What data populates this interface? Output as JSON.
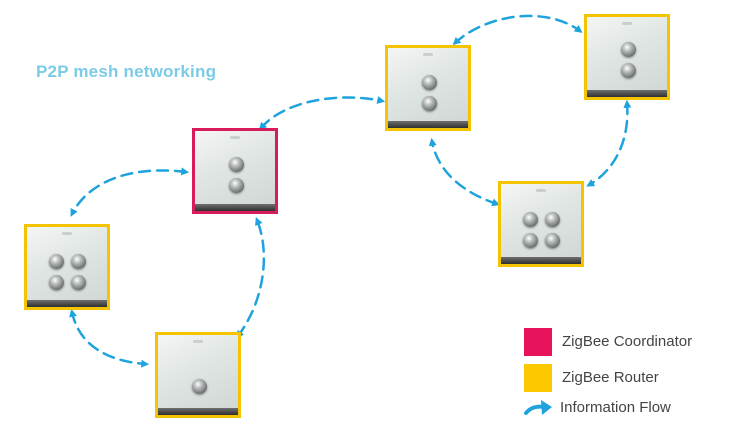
{
  "title": "P2P mesh networking",
  "colors": {
    "coordinator": "#e8125c",
    "router": "#fcc800",
    "flow": "#1fa3dc"
  },
  "legend": [
    {
      "label": "ZigBee Coordinator",
      "symbol": "coordinator-swatch"
    },
    {
      "label": "ZigBee Router",
      "symbol": "router-swatch"
    },
    {
      "label": "Information Flow",
      "symbol": "arrow-icon"
    }
  ],
  "nodes": [
    {
      "id": "coordinator",
      "role": "coordinator",
      "buttons": 2
    },
    {
      "id": "router-left",
      "role": "router",
      "buttons": 4
    },
    {
      "id": "router-bottom",
      "role": "router",
      "buttons": 1
    },
    {
      "id": "router-top-mid",
      "role": "router",
      "buttons": 2
    },
    {
      "id": "router-top-right",
      "role": "router",
      "buttons": 2
    },
    {
      "id": "router-right",
      "role": "router",
      "buttons": 4
    }
  ],
  "links": [
    {
      "from": "coordinator",
      "to": "router-left"
    },
    {
      "from": "router-left",
      "to": "router-bottom"
    },
    {
      "from": "router-bottom",
      "to": "coordinator"
    },
    {
      "from": "coordinator",
      "to": "router-top-mid"
    },
    {
      "from": "router-top-mid",
      "to": "router-top-right"
    },
    {
      "from": "router-top-right",
      "to": "router-right"
    },
    {
      "from": "router-right",
      "to": "router-top-mid"
    }
  ]
}
